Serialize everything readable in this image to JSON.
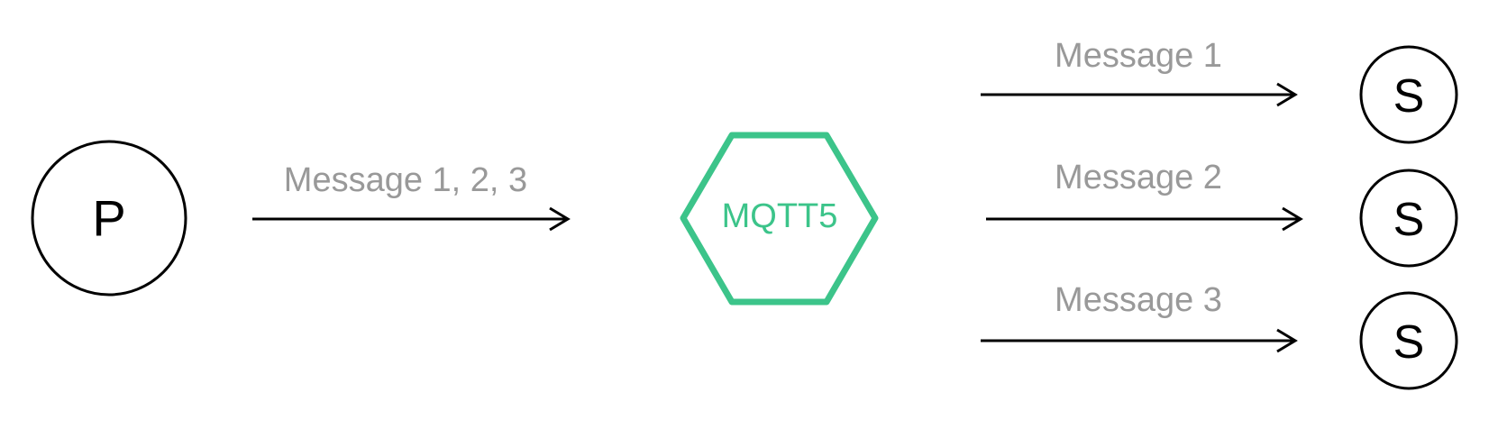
{
  "publisher": {
    "letter": "P"
  },
  "broker": {
    "label": "MQTT5",
    "color": "#3cc48a"
  },
  "incoming": {
    "label": "Message 1, 2, 3"
  },
  "outgoing": [
    {
      "label": "Message 1",
      "subscriber": "S"
    },
    {
      "label": "Message 2",
      "subscriber": "S"
    },
    {
      "label": "Message 3",
      "subscriber": "S"
    }
  ]
}
